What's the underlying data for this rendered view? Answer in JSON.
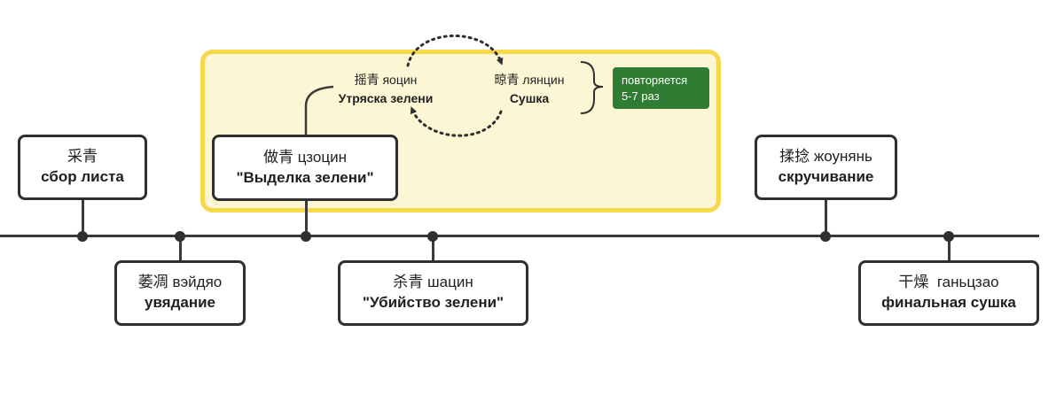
{
  "steps": [
    {
      "id": "caiqing",
      "hanzi": "采青",
      "pinyin": "",
      "name": "сбор листа"
    },
    {
      "id": "weidiao",
      "hanzi": "萎凋",
      "pinyin": "вэйдяо",
      "name": "увядание"
    },
    {
      "id": "zuoqing",
      "hanzi": "做青",
      "pinyin": "цзоцин",
      "name": "\"Выделка зелени\""
    },
    {
      "id": "shaqing",
      "hanzi": "杀青",
      "pinyin": "шацин",
      "name": "\"Убийство зелени\""
    },
    {
      "id": "rounian",
      "hanzi": "揉捻",
      "pinyin": "жоунянь",
      "name": "скручивание"
    },
    {
      "id": "ganzao",
      "hanzi": "干燥",
      "pinyin": "ганьцзао",
      "name": "финальная сушка"
    }
  ],
  "cycle": {
    "yaoqing": {
      "hanzi": "摇青",
      "pinyin": "яоцин",
      "name": "Утряска зелени"
    },
    "liangqing": {
      "hanzi": "晾青",
      "pinyin": "лянцин",
      "name": "Сушка"
    },
    "repeat_badge": {
      "line1": "повторяется",
      "line2": "5-7 раз",
      "color": "#2e7d32"
    }
  },
  "colors": {
    "highlight_fill": "#fdf6d4",
    "highlight_border": "#f5d94a",
    "line": "#3a3a3a"
  }
}
